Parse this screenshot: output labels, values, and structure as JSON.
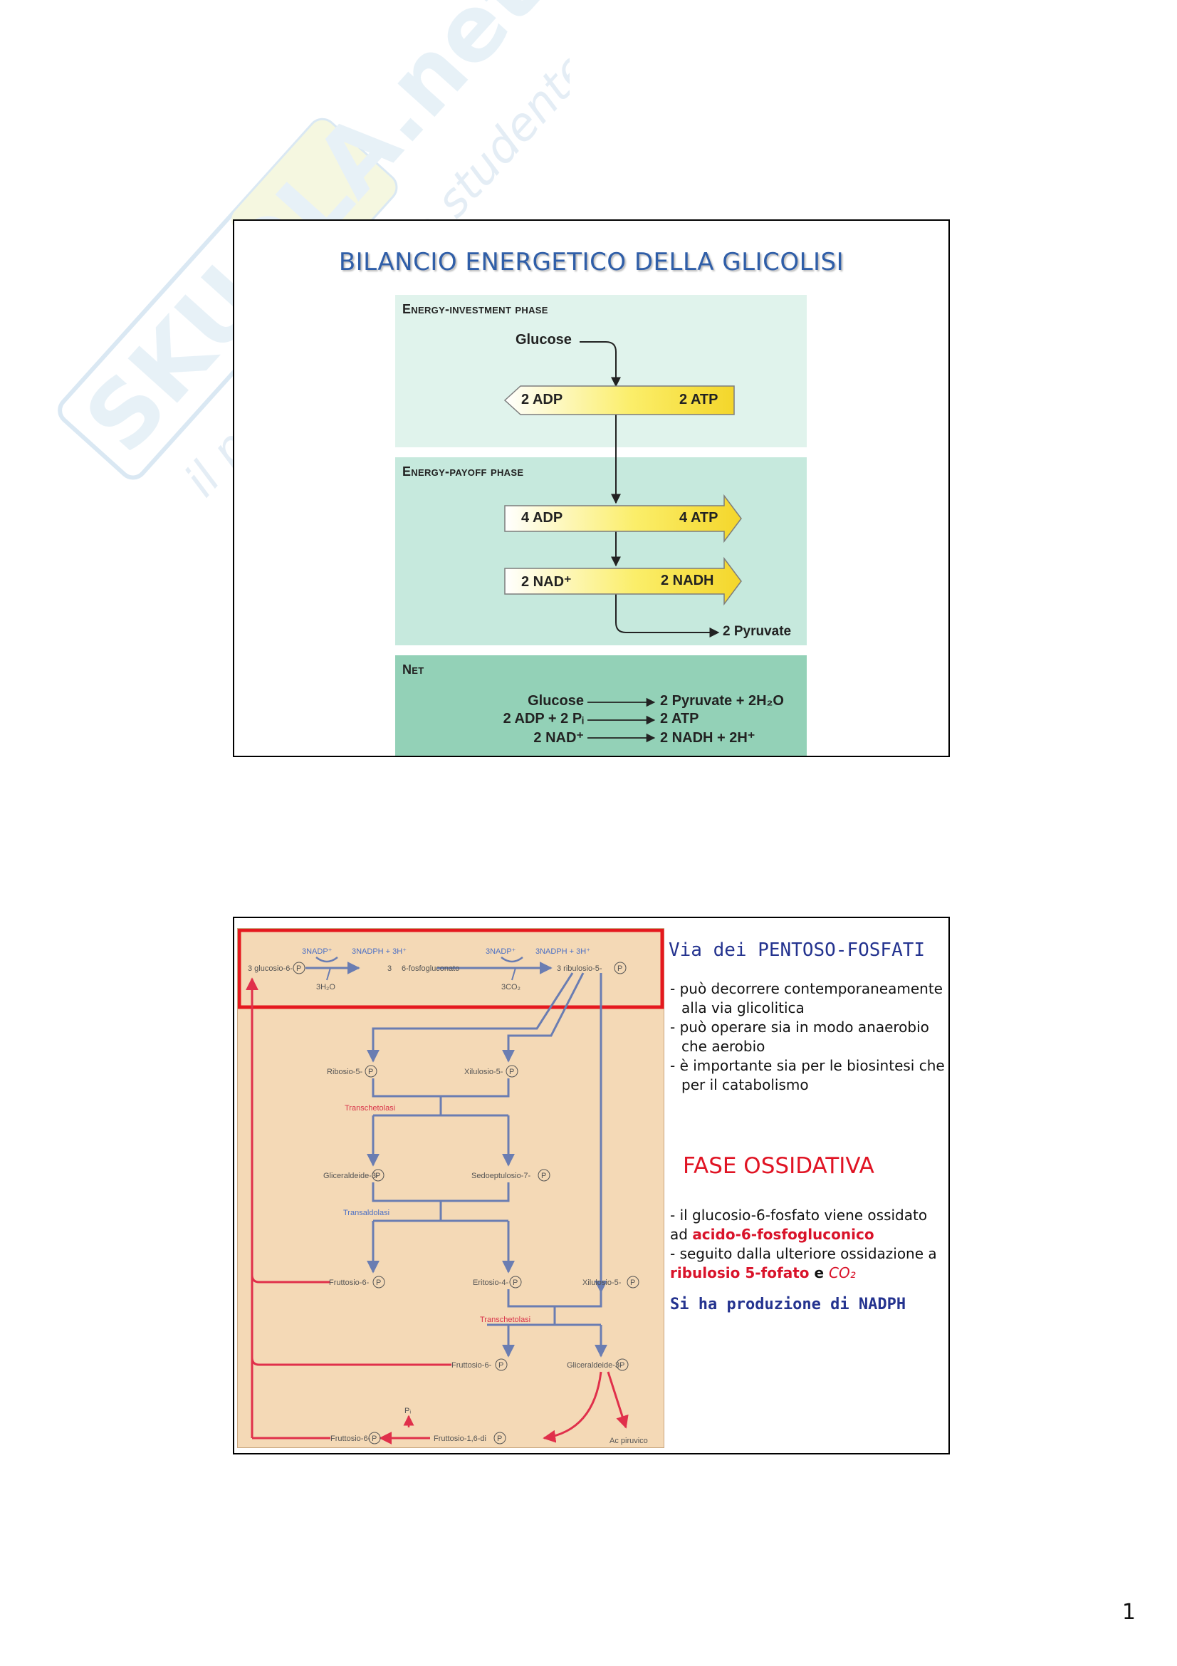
{
  "watermark": {
    "brand": "SKUOLA.net",
    "tagline": "il paradiso dello studente"
  },
  "slide1": {
    "title": "BILANCIO ENERGETICO DELLA GLICOLISI",
    "investment": {
      "label": "Energy-investment phase",
      "glucose": "Glucose",
      "arrow_left": "2 ADP",
      "arrow_right": "2 ATP"
    },
    "payoff": {
      "label": "Energy-payoff phase",
      "atp_left": "4 ADP",
      "atp_right": "4 ATP",
      "nad_left": "2 NAD⁺",
      "nad_right": "2 NADH",
      "pyruvate": "2 Pyruvate"
    },
    "net": {
      "label": "Net",
      "rows": [
        {
          "left": "Glucose",
          "right": "2 Pyruvate + 2H₂O"
        },
        {
          "left": "2 ADP + 2 Pᵢ",
          "right": "2 ATP"
        },
        {
          "left": "2 NAD⁺",
          "right": "2 NADH + 2H⁺"
        }
      ]
    },
    "colors": {
      "investment": "#e0f3ec",
      "payoff": "#c6e9dd",
      "net": "#93d1b7",
      "arrow": "#f7e23a"
    }
  },
  "slide2": {
    "title": "Via dei PENTOSO-FOSFATI",
    "bullets": [
      "- può decorrere contemporaneamente alla via glicolitica",
      "- può operare sia in modo anaerobio che aerobio",
      "- è importante sia per le biosintesi che per il catabolismo"
    ],
    "fase_title": "FASE OSSIDATIVA",
    "fase_b1_pre": "- il glucosio-6-fosfato viene ossidato ad ",
    "fase_b1_hl": "acido-6-fosfogluconico",
    "fase_b2_pre": "- seguito dalla ulteriore ossidazione a ",
    "fase_b2_hl1": "ribulosio 5-fofato",
    "fase_b2_mid": " e ",
    "fase_b2_hl2": "CO₂",
    "nadph_text": "Si ha produzione di NADPH",
    "diagram": {
      "top_nadp1": "3NADP⁺",
      "top_nadph1": "3NADPH + 3H⁺",
      "top_nadp2": "3NADP⁺",
      "top_nadph2": "3NADPH + 3H⁺",
      "g6p": "3 glucosio-6-",
      "h2o": "3H₂O",
      "three": "3",
      "fosfogluconato": "6-fosfogluconato",
      "co2": "3CO₂",
      "ribulosio": "3 ribulosio-5-",
      "ribosio": "Ribosio-5-",
      "xilulosio1": "Xilulosio-5-",
      "transchetolasi1": "Transchetolasi",
      "gliceraldeide1": "Gliceraldeide-3-",
      "sedoeptulosio": "Sedoeptulosio-7-",
      "transaldolasi": "Transaldolasi",
      "fruttosio1": "Fruttosio-6-",
      "eritosio": "Eritosio-4-",
      "xilulosio2": "Xilulosio-5-",
      "transchetolasi2": "Transchetolasi",
      "fruttosio2": "Fruttosio-6-",
      "gliceraldeide2": "Gliceraldeide-3-",
      "pi": "Pᵢ",
      "fruttosio3": "Fruttosio-6-",
      "fruttosio16": "Fruttosio-1,6-di",
      "acpiruvico": "Ac piruvico",
      "p_symbol": "P"
    }
  },
  "page_number": "1"
}
